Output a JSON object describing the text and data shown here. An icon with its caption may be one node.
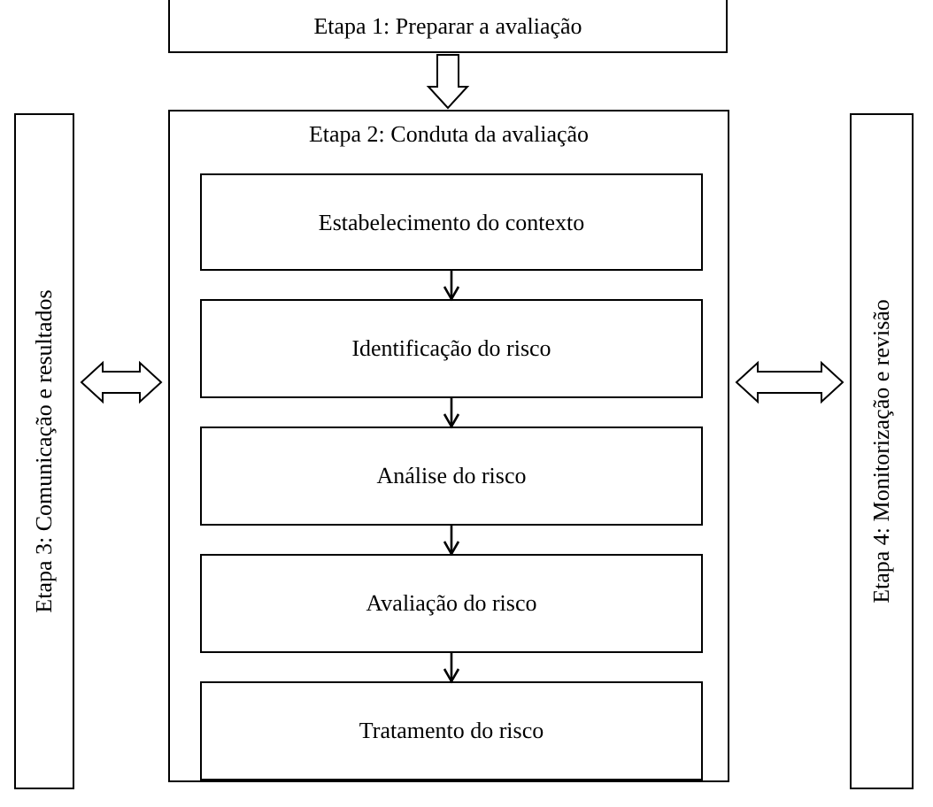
{
  "diagram": {
    "nodes": [
      {
        "text": [
          "Etapa 1: Preparar a avaliação"
        ]
      },
      {
        "text": [
          "Etapa 2: Conduta da avaliação"
        ]
      },
      {
        "text": [
          "Estabelecimento do contexto"
        ],
        "in": 1
      },
      {
        "text": [
          "Identificação do risco"
        ],
        "in": 1
      },
      {
        "text": [
          "Análise do risco"
        ],
        "in": 1
      },
      {
        "text": [
          "Avaliação do risco"
        ],
        "in": 1
      },
      {
        "text": [
          "Tratamento do risco"
        ],
        "in": 1
      },
      {
        "text": [
          "Etapa 3: Comunicação e resultados"
        ]
      },
      {
        "text": [
          "Etapa 4: Monitorização e revisão"
        ]
      }
    ],
    "edges": [
      {
        "from": 0,
        "to": 1,
        "arrow": "to",
        "style": "thick"
      },
      {
        "from": 2,
        "to": 3,
        "arrow": "to"
      },
      {
        "from": 3,
        "to": 4,
        "arrow": "to"
      },
      {
        "from": 4,
        "to": 5,
        "arrow": "to"
      },
      {
        "from": 5,
        "to": 6,
        "arrow": "to"
      },
      {
        "from": 7,
        "to": 1,
        "arrow": "both",
        "style": "thick"
      },
      {
        "from": 1,
        "to": 8,
        "arrow": "both",
        "style": "thick"
      }
    ]
  }
}
